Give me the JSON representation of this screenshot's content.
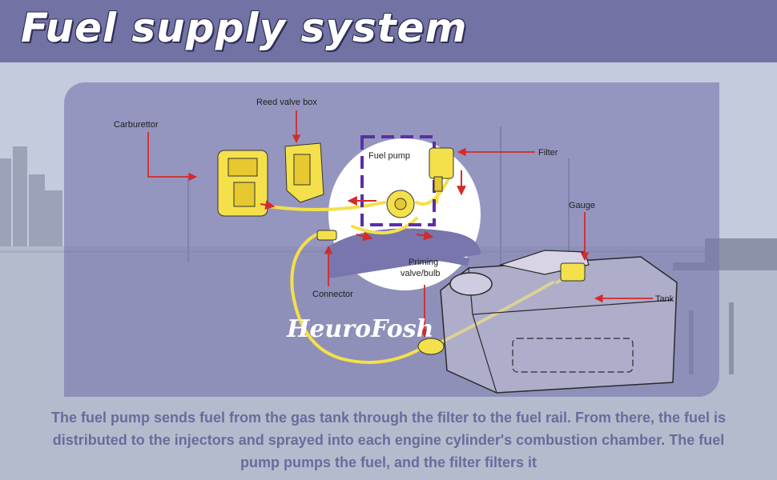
{
  "header": {
    "title": "Fuel supply system"
  },
  "diagram": {
    "labels": {
      "reed_valve_box": "Reed valve box",
      "carburettor": "Carburettor",
      "fuel_pump": "Fuel pump",
      "filter": "Filter",
      "gauge": "Gauge",
      "priming_line1": "Priming",
      "priming_line2": "valve/bulb",
      "tank": "Tank",
      "connector": "Connector"
    },
    "watermark": "HeuroFosh"
  },
  "caption": {
    "text": "The fuel pump sends fuel from the gas tank through the filter to the fuel rail. From there, the fuel is distributed to the injectors and sprayed into each engine cylinder's combustion chamber. The fuel pump pumps the fuel, and the filter filters it"
  },
  "colors": {
    "header_bg": "#7273a4",
    "panel_bg": "#7876ac",
    "component_yellow": "#f4e04a",
    "arrow_red": "#d42a2a",
    "highlight_purple": "#5b2fa8",
    "caption_text": "#6a6b9c"
  }
}
